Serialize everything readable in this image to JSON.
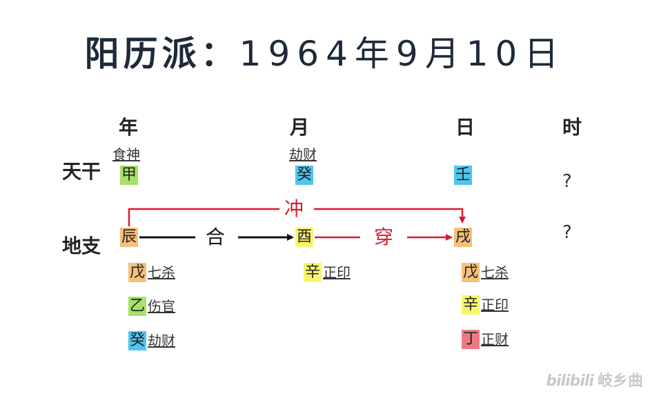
{
  "title": {
    "lead": "阳历派：",
    "date": "1964年9月10日"
  },
  "columns": {
    "year": "年",
    "month": "月",
    "day": "日",
    "hour": "时"
  },
  "rows": {
    "stem": "天干",
    "branch": "地支"
  },
  "stems": {
    "year": {
      "god": "食神",
      "char": "甲",
      "element_color": "#a8e06a"
    },
    "month": {
      "god": "劫财",
      "char": "癸",
      "element_color": "#4fc6ee"
    },
    "day": {
      "char": "壬",
      "element_color": "#4fc6ee"
    },
    "hour": {
      "char": "?"
    }
  },
  "branches": {
    "year": {
      "char": "辰",
      "element_color": "#f6c07a"
    },
    "month": {
      "char": "酉",
      "element_color": "#fbf56c"
    },
    "day": {
      "char": "戌",
      "element_color": "#f6c07a"
    },
    "hour": {
      "char": "?"
    }
  },
  "hidden_stems": {
    "year": [
      {
        "char": "戊",
        "god": "七杀",
        "element_color": "#f6c07a"
      },
      {
        "char": "乙",
        "god": "伤官",
        "element_color": "#a8e06a"
      },
      {
        "char": "癸",
        "god": "劫财",
        "element_color": "#4fc6ee"
      }
    ],
    "month": [
      {
        "char": "辛",
        "god": "正印",
        "element_color": "#fbf56c"
      }
    ],
    "day": [
      {
        "char": "戊",
        "god": "七杀",
        "element_color": "#f6c07a"
      },
      {
        "char": "辛",
        "god": "正印",
        "element_color": "#fbf56c"
      },
      {
        "char": "丁",
        "god": "正财",
        "element_color": "#f07a84"
      }
    ]
  },
  "relations": {
    "clash": {
      "label": "冲",
      "color": "#d91a2a"
    },
    "combine": {
      "label": "合",
      "color": "#111111"
    },
    "harm": {
      "label": "穿",
      "color": "#d91a2a"
    }
  },
  "watermark": {
    "logo": "bilibili",
    "author": "岐乡曲"
  }
}
